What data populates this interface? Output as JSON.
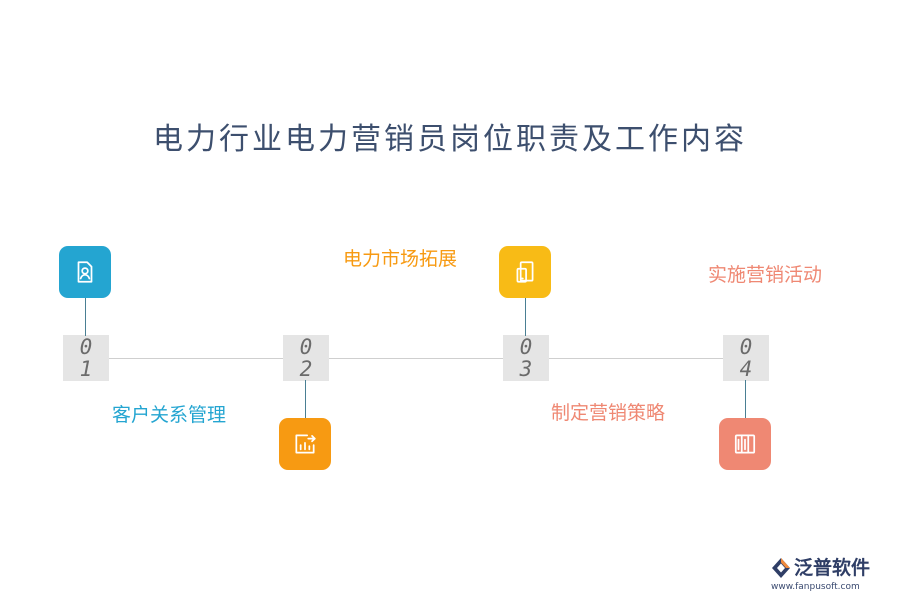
{
  "title": "电力行业电力营销员岗位职责及工作内容",
  "steps": [
    {
      "digit1": "0",
      "digit2": "1",
      "label": "客户关系管理",
      "icon": "user-document-icon",
      "color": "#24a5d1"
    },
    {
      "digit1": "0",
      "digit2": "2",
      "label": "电力市场拓展",
      "icon": "chart-export-icon",
      "color": "#f79a12"
    },
    {
      "digit1": "0",
      "digit2": "3",
      "label": "制定营销策略",
      "icon": "device-icon",
      "color": "#f8bb16"
    },
    {
      "digit1": "0",
      "digit2": "4",
      "label": "实施营销活动",
      "icon": "panels-icon",
      "color": "#ef8873"
    }
  ],
  "brand": {
    "name": "泛普软件",
    "url": "www.fanpusoft.com",
    "logo_icon": "fanpu-logo-icon",
    "color": "#2f3e66"
  }
}
